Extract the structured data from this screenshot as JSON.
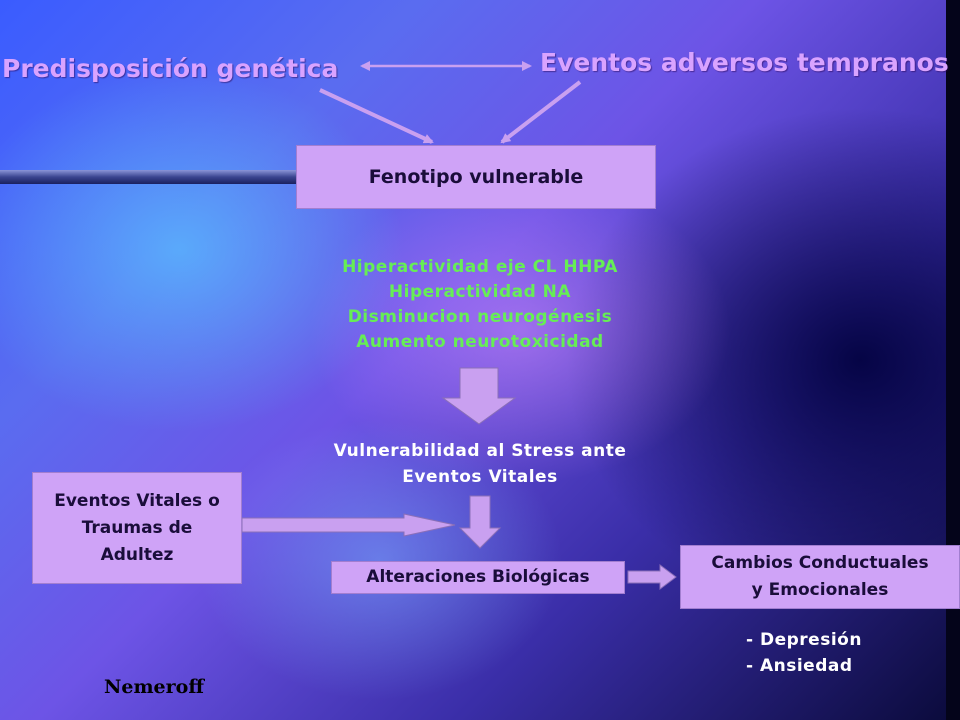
{
  "heading_left": "Predisposición genética",
  "heading_right": "Eventos adversos tempranos",
  "box_fenotipo": "Fenotipo vulnerable",
  "mechanisms": [
    "Hiperactividad eje CL HHPA",
    "Hiperactividad NA",
    "Disminucion neurogénesis",
    "Aumento neurotoxicidad"
  ],
  "vulnerability": [
    "Vulnerabilidad al Stress ante",
    "Eventos Vitales"
  ],
  "box_eventos_vitales": [
    "Eventos Vitales o",
    "Traumas de",
    "Adultez"
  ],
  "box_alteraciones": "Alteraciones Biológicas",
  "box_cambios": [
    "Cambios Conductuales",
    "y Emocionales"
  ],
  "outcomes": [
    "- Depresión",
    "- Ansiedad"
  ],
  "author": "Nemeroff",
  "colors": {
    "box_fill": "#cfa3f7",
    "heading": "#d9a3ff",
    "mechanism_text": "#66ee55",
    "arrow": "#c9a0f0"
  }
}
